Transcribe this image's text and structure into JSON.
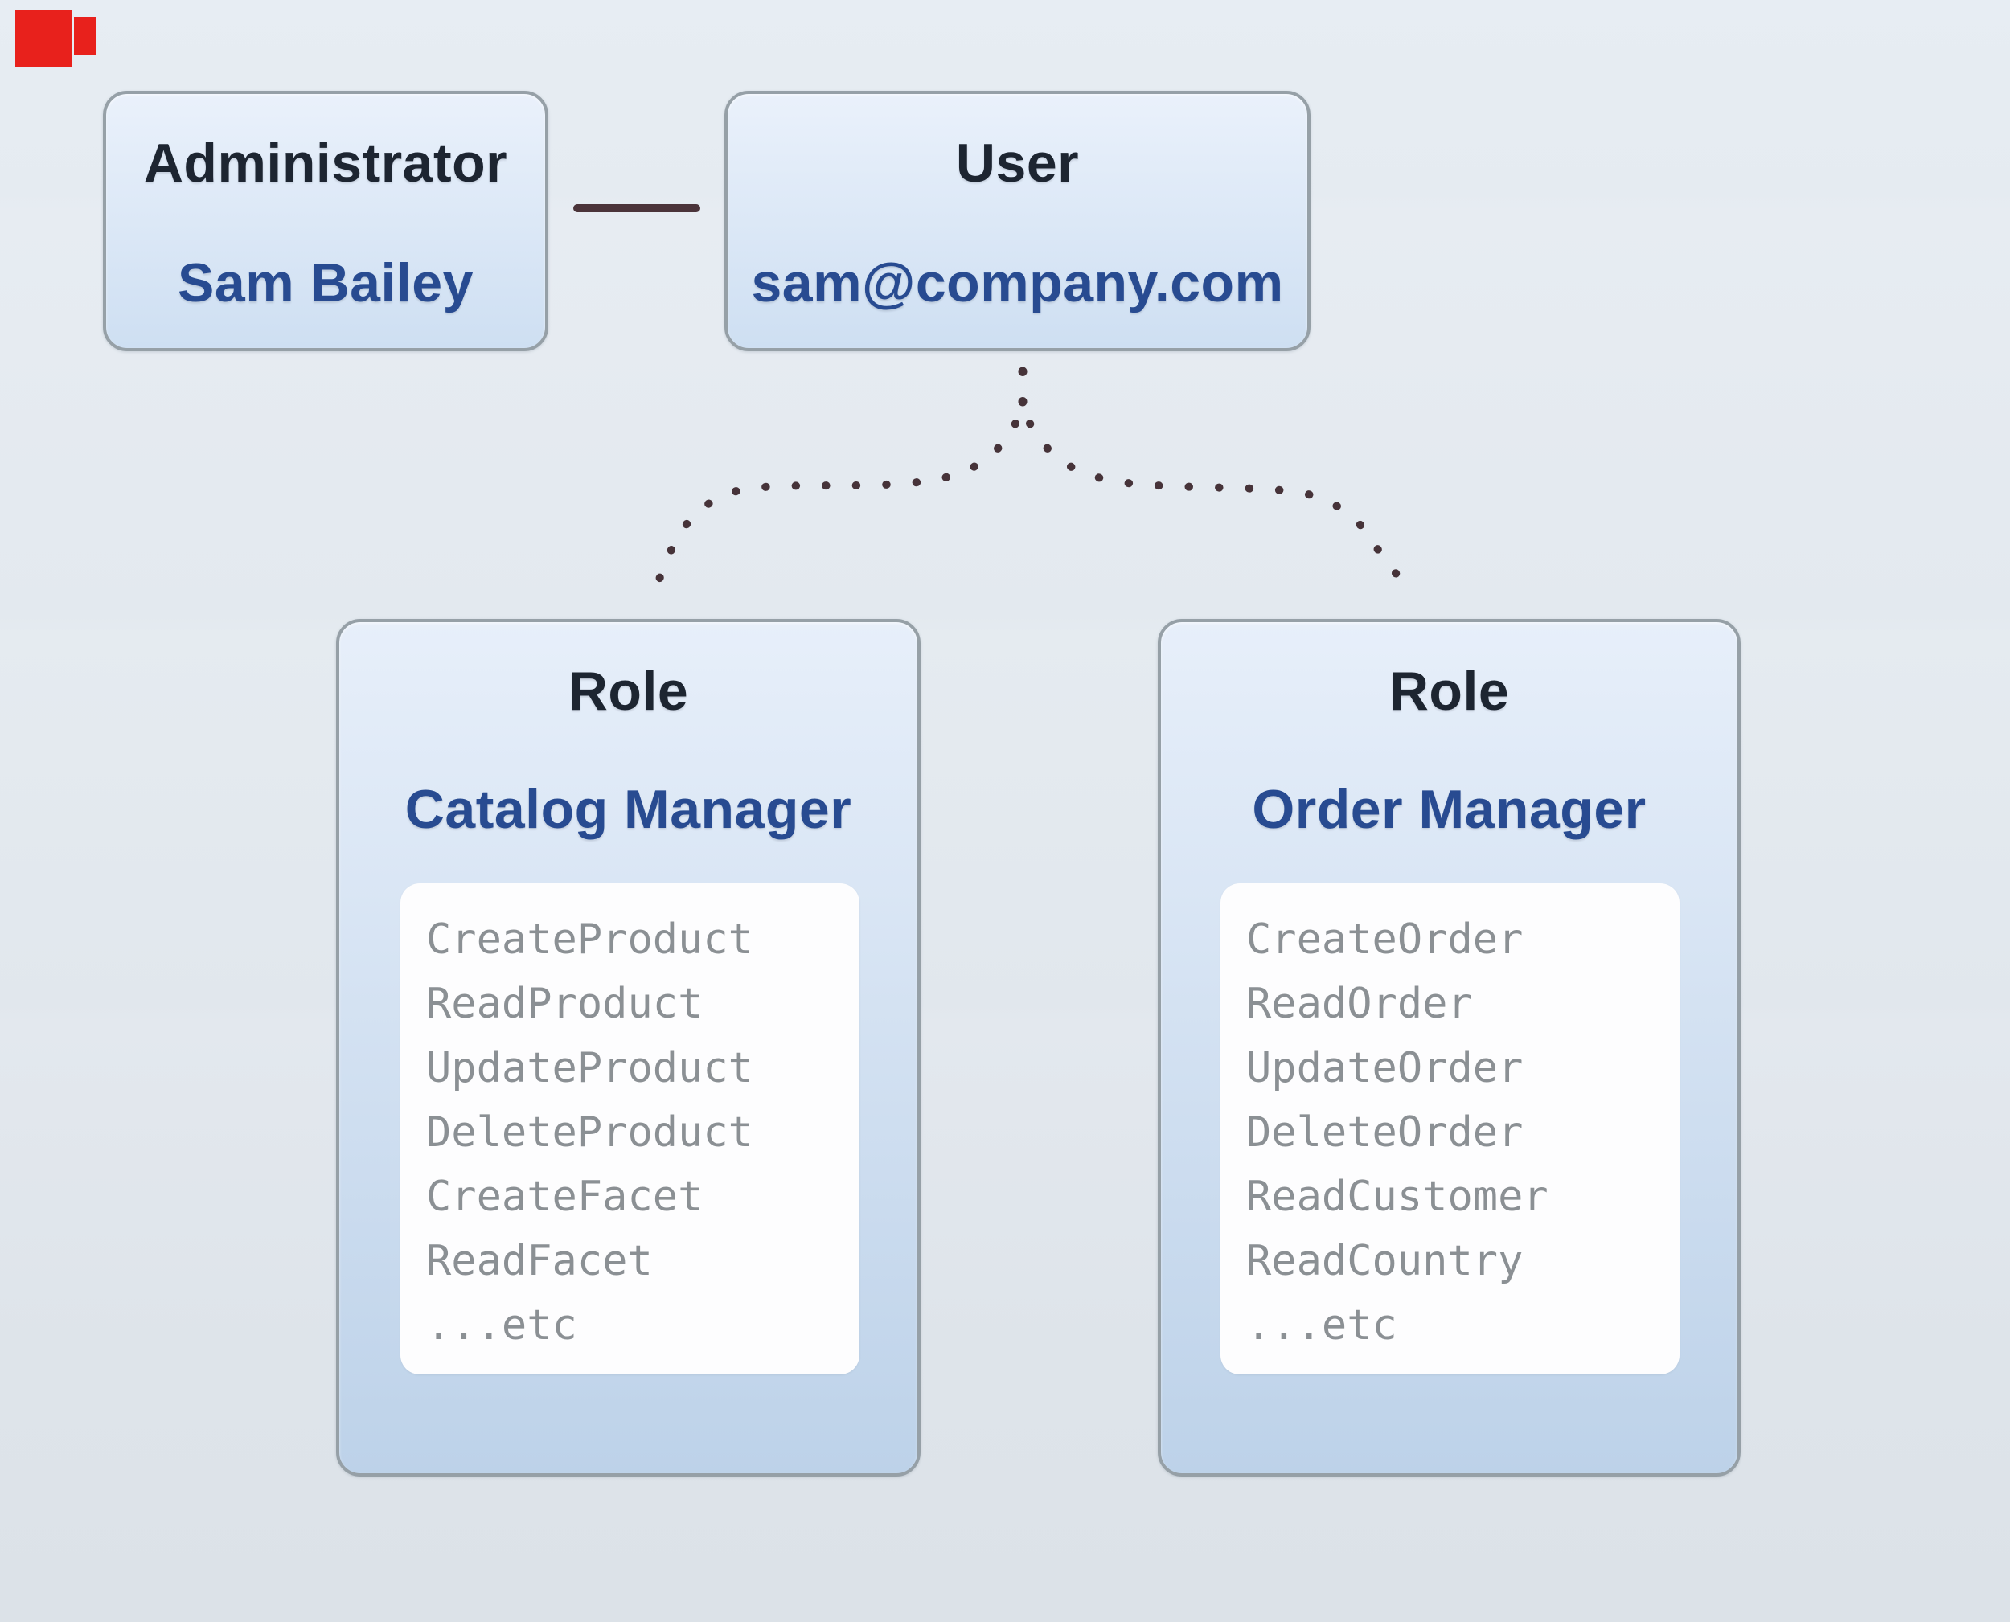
{
  "recording_indicator": {
    "color": "#e8211c"
  },
  "nodes": {
    "administrator": {
      "title": "Administrator",
      "name": "Sam Bailey"
    },
    "user": {
      "title": "User",
      "email": "sam@company.com"
    },
    "catalog_role": {
      "title": "Role",
      "name": "Catalog Manager",
      "permissions": [
        "CreateProduct",
        "ReadProduct",
        "UpdateProduct",
        "DeleteProduct",
        "CreateFacet",
        "ReadFacet",
        "...etc"
      ]
    },
    "order_role": {
      "title": "Role",
      "name": "Order Manager",
      "permissions": [
        "CreateOrder",
        "ReadOrder",
        "UpdateOrder",
        "DeleteOrder",
        "ReadCustomer",
        "ReadCountry",
        "...etc"
      ]
    }
  },
  "colors": {
    "background_top": "#e7edf3",
    "background_bottom": "#dce2e8",
    "box_border": "#96a0a7",
    "box_fill_top": "#e9f0fa",
    "box_fill_bottom_small": "#cedff2",
    "box_fill_bottom_large": "#bdd2e9",
    "title_text": "#1d2531",
    "accent_blue": "#284b91",
    "permission_text": "#8b9094",
    "list_background": "#fdfdfe",
    "connector_line": "#4b343a",
    "dotted_line": "#463339",
    "recording_red": "#e8211c"
  }
}
